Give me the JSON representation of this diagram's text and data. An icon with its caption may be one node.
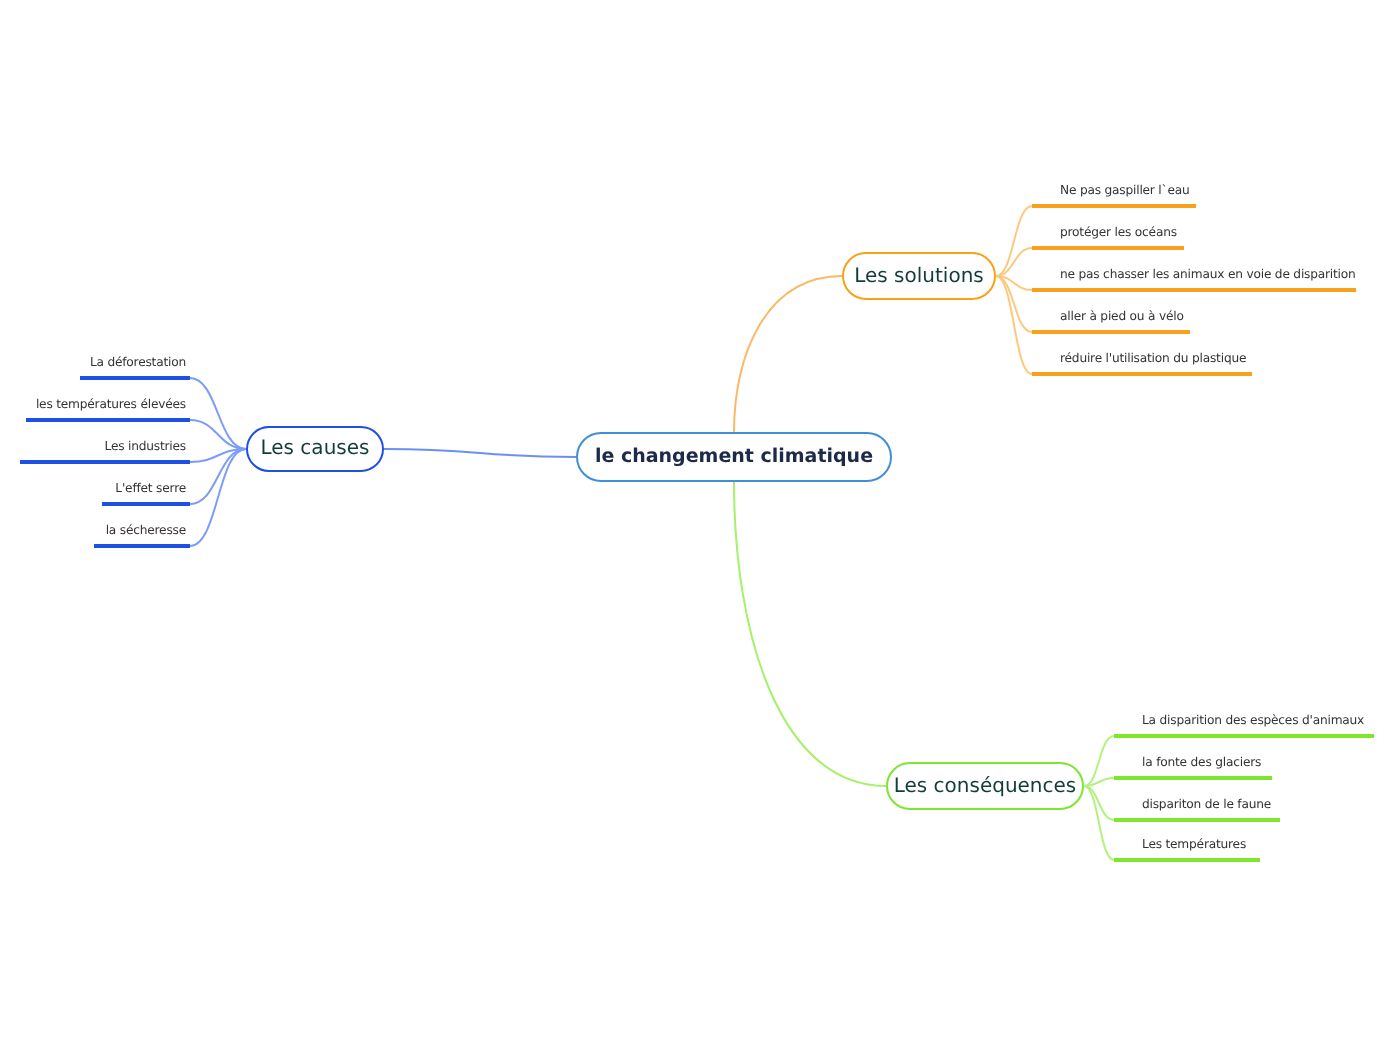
{
  "diagram": {
    "nodes": [
      {
        "text": [
          "le changement climatique"
        ]
      },
      {
        "text": [
          "Les solutions"
        ]
      },
      {
        "text": [
          "Les causes"
        ]
      },
      {
        "text": [
          "Les conséquences"
        ]
      },
      {
        "text": [
          "Ne pas gaspiller l`eau"
        ]
      },
      {
        "text": [
          "protéger les océans"
        ]
      },
      {
        "text": [
          "ne pas chasser les animaux en voie de disparition"
        ]
      },
      {
        "text": [
          "aller à pied ou à vélo"
        ]
      },
      {
        "text": [
          "réduire l'utilisation du plastique"
        ]
      },
      {
        "text": [
          "La déforestation"
        ]
      },
      {
        "text": [
          "les températures élevées"
        ]
      },
      {
        "text": [
          "Les industries"
        ]
      },
      {
        "text": [
          "L'effet serre"
        ]
      },
      {
        "text": [
          "la sécheresse"
        ]
      },
      {
        "text": [
          "La disparition des espèces d'animaux"
        ]
      },
      {
        "text": [
          "la fonte des glaciers"
        ]
      },
      {
        "text": [
          "dispariton de le faune"
        ]
      },
      {
        "text": [
          "Les températures"
        ]
      }
    ],
    "edges": [
      {
        "from": 0,
        "to": 1,
        "arrow": "none",
        "color": "#fbb867"
      },
      {
        "from": 0,
        "to": 2,
        "arrow": "none",
        "color": "#6d8ef5"
      },
      {
        "from": 0,
        "to": 3,
        "arrow": "none",
        "color": "#a6f06a"
      },
      {
        "from": 1,
        "to": 4,
        "arrow": "none",
        "color": "#fbc97f"
      },
      {
        "from": 1,
        "to": 5,
        "arrow": "none",
        "color": "#fbc97f"
      },
      {
        "from": 1,
        "to": 6,
        "arrow": "none",
        "color": "#fbc97f"
      },
      {
        "from": 1,
        "to": 7,
        "arrow": "none",
        "color": "#fbc97f"
      },
      {
        "from": 1,
        "to": 8,
        "arrow": "none",
        "color": "#fbc97f"
      },
      {
        "from": 2,
        "to": 9,
        "arrow": "none",
        "color": "#7d9cf7"
      },
      {
        "from": 2,
        "to": 10,
        "arrow": "none",
        "color": "#7d9cf7"
      },
      {
        "from": 2,
        "to": 11,
        "arrow": "none",
        "color": "#7d9cf7"
      },
      {
        "from": 2,
        "to": 12,
        "arrow": "none",
        "color": "#7d9cf7"
      },
      {
        "from": 2,
        "to": 13,
        "arrow": "none",
        "color": "#7d9cf7"
      },
      {
        "from": 3,
        "to": 14,
        "arrow": "none",
        "color": "#b3f27e"
      },
      {
        "from": 3,
        "to": 15,
        "arrow": "none",
        "color": "#b3f27e"
      },
      {
        "from": 3,
        "to": 16,
        "arrow": "none",
        "color": "#b3f27e"
      },
      {
        "from": 3,
        "to": 17,
        "arrow": "none",
        "color": "#b3f27e"
      }
    ]
  }
}
